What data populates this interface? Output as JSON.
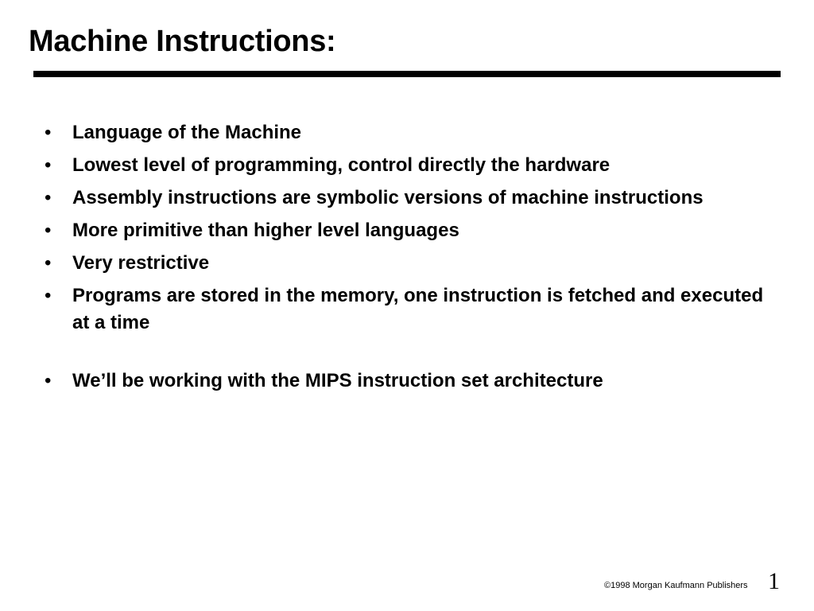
{
  "slide": {
    "title": "Machine Instructions:",
    "bullets": [
      "Language of the Machine",
      "Lowest level of programming, control directly the hardware",
      "Assembly instructions are symbolic versions of machine instructions",
      "More primitive than higher level languages",
      "Very restrictive",
      "Programs are stored in the memory, one instruction is fetched and executed at a time",
      "We’ll be working with the MIPS instruction set architecture"
    ],
    "bullet_symbol": "•"
  },
  "footer": {
    "copyright_symbol": "©",
    "copyright_text": "1998 Morgan Kaufmann Publishers",
    "page_number": "1"
  }
}
